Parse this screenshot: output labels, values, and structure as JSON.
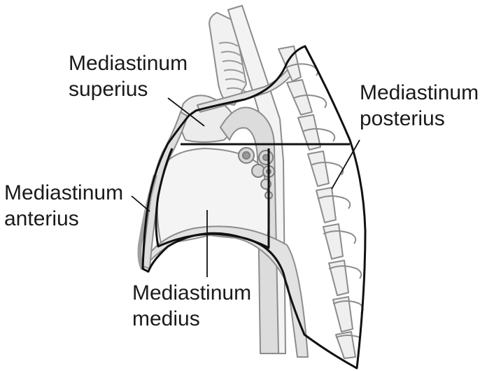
{
  "labels": {
    "superius": {
      "line1": "Mediastinum",
      "line2": "superius"
    },
    "posterius": {
      "line1": "Mediastinum",
      "line2": "posterius"
    },
    "anterius": {
      "line1": "Mediastinum",
      "line2": "anterius"
    },
    "medius": {
      "line1": "Mediastinum",
      "line2": "medius"
    }
  },
  "colors": {
    "outline": "#111111",
    "anatomy_stroke": "#8c8c8c",
    "anatomy_fill": "#e9e9e9",
    "anatomy_fill_light": "#f4f4f4"
  }
}
